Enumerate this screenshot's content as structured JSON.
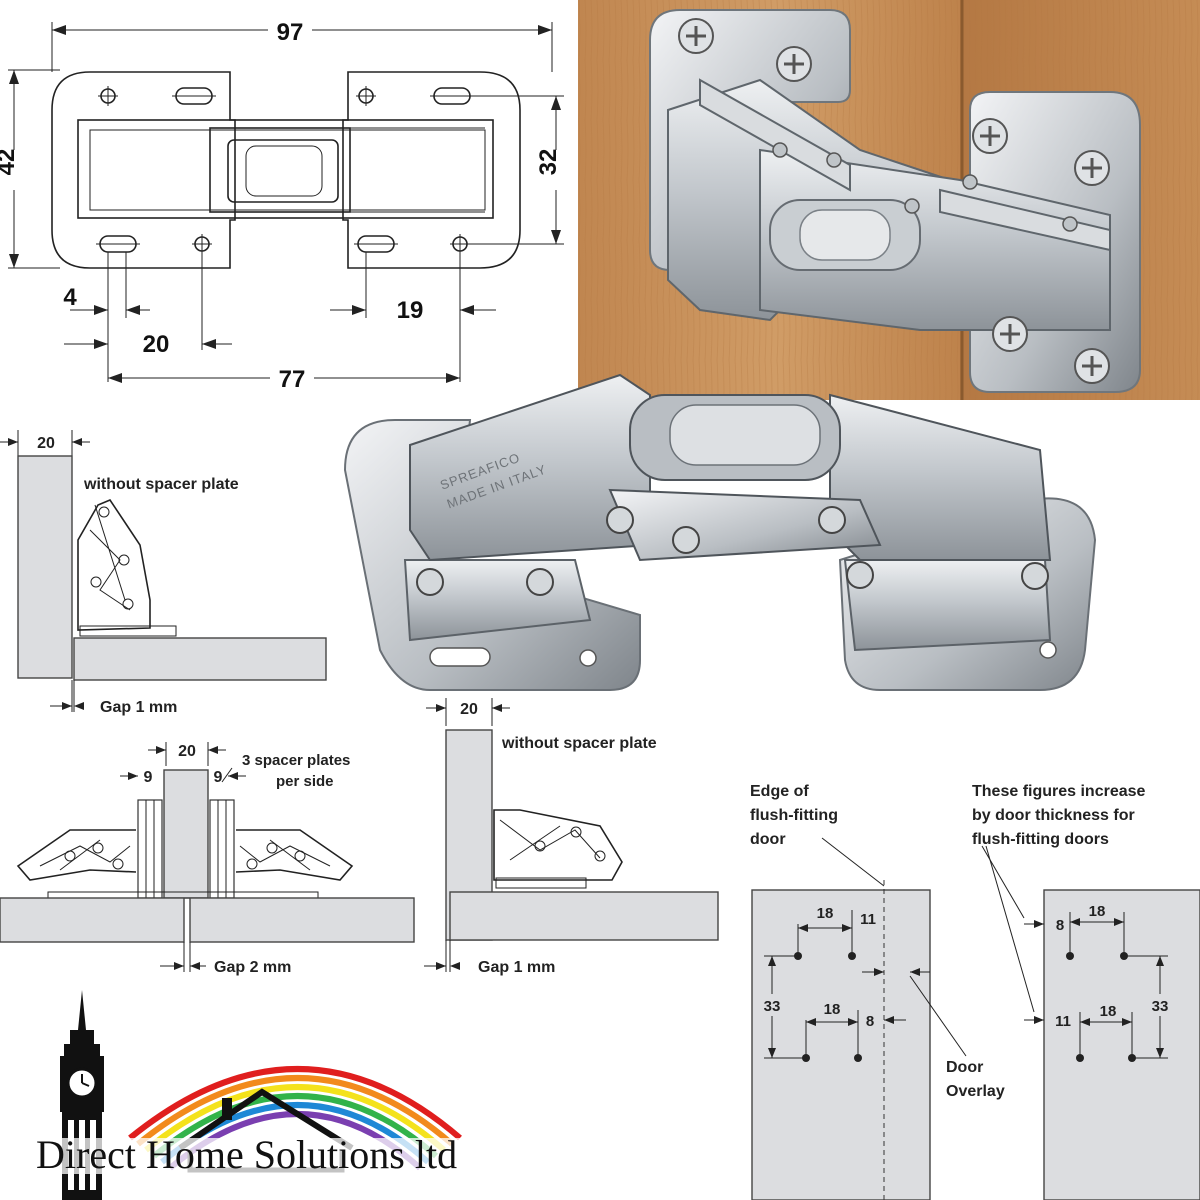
{
  "technical_drawing": {
    "overall_width": "97",
    "overall_height": "42",
    "plate_height": "32",
    "edge_offset": "4",
    "hole_pitch_left": "20",
    "hole_pitch_right": "19",
    "hole_span": "77"
  },
  "diagram_single_left": {
    "top_width": "20",
    "label": "without spacer plate",
    "gap_label": "Gap 1  mm"
  },
  "diagram_spacers": {
    "left_thickness": "9",
    "center_width": "20",
    "right_thickness": "9",
    "spacer_label_line1": "3 spacer plates",
    "spacer_label_line2": "per side",
    "gap_label": "Gap 2  mm"
  },
  "diagram_single_right": {
    "top_width": "20",
    "label": "without spacer plate",
    "gap_label": "Gap 1  mm"
  },
  "layout_diagram": {
    "edge_label_line1": "Edge of",
    "edge_label_line2": "flush-fitting",
    "edge_label_line3": "door",
    "figures_label_line1": "These figures increase",
    "figures_label_line2": "by door thickness for",
    "figures_label_line3": "flush-fitting doors",
    "overlay_label_line1": "Door",
    "overlay_label_line2": "Overlay",
    "left_panel": {
      "top_spacing": "18",
      "top_offset": "11",
      "vertical": "33",
      "bottom_spacing": "18",
      "bottom_offset": "8"
    },
    "right_panel": {
      "top_offset": "8",
      "top_spacing": "18",
      "bottom_offset": "11",
      "bottom_spacing": "18",
      "vertical": "33"
    }
  },
  "product_photo": {
    "stamp_line1": "SPREAFICO",
    "stamp_line2": "MADE IN ITALY"
  },
  "logo": {
    "company_name": "Direct Home Solutions ltd"
  },
  "colors": {
    "wood": "#c8925a",
    "metal": "#c7cbcf",
    "panel": "#dcdde0"
  }
}
